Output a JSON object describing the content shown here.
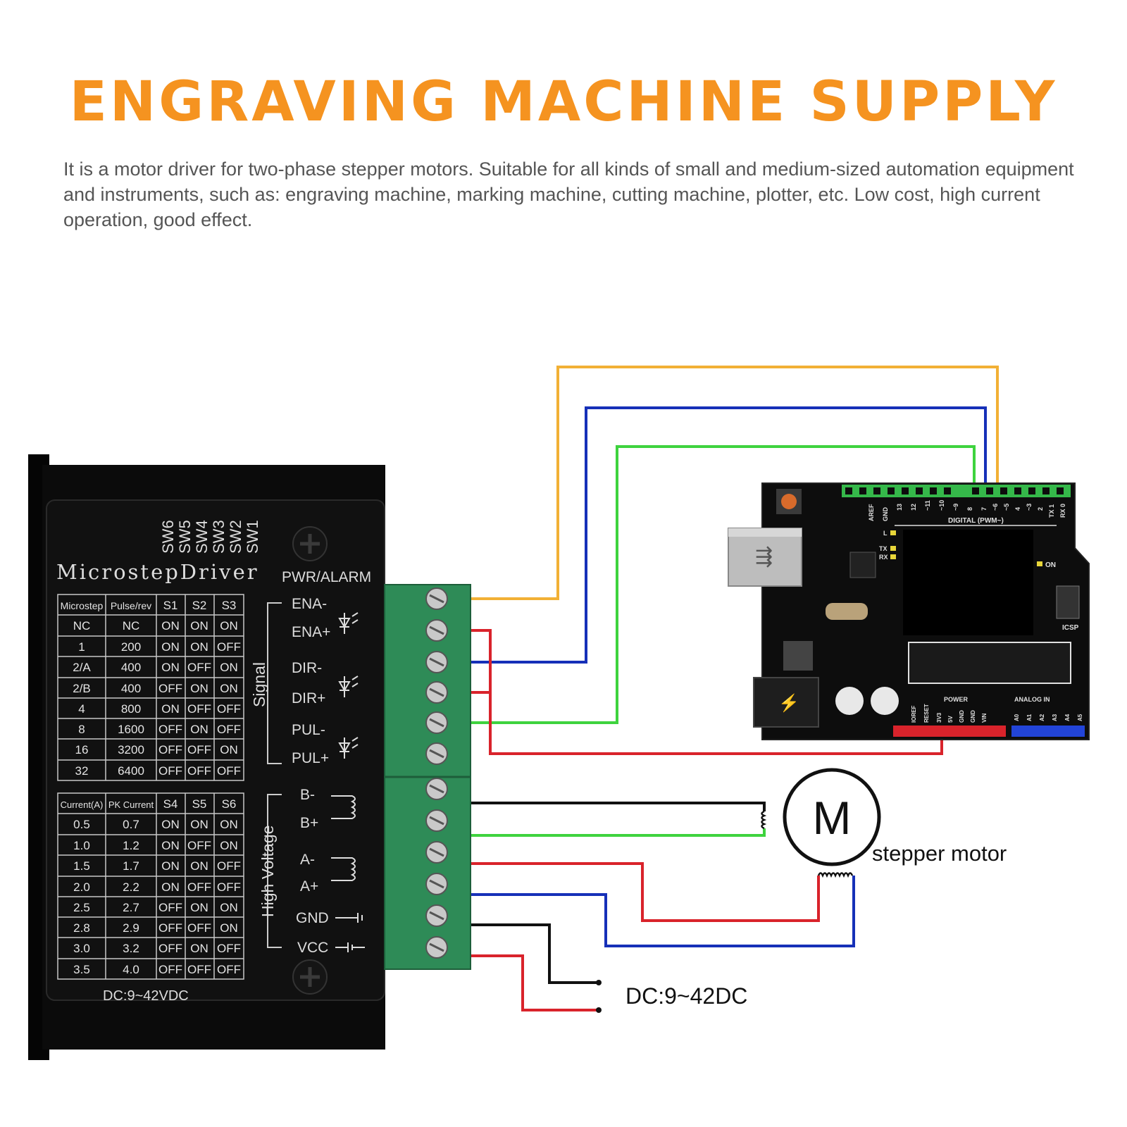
{
  "header": {
    "title": "ENGRAVING MACHINE SUPPLY",
    "description": "It is a motor driver for two-phase stepper motors. Suitable for all kinds of small and medium-sized automation equipment and instruments, such as: engraving machine, marking machine, cutting machine, plotter, etc. Low cost, high current operation, good effect."
  },
  "driver": {
    "name": "MicrostepDriver",
    "switch_labels": [
      "SW6",
      "SW5",
      "SW4",
      "SW3",
      "SW2",
      "SW1"
    ],
    "pwr_alarm": "PWR/ALARM",
    "signal_label": "Signal",
    "high_voltage_label": "High Voltage",
    "dc_label": "DC:9~42VDC",
    "signal_terminals": [
      "ENA-",
      "ENA+",
      "DIR-",
      "DIR+",
      "PUL-",
      "PUL+"
    ],
    "power_terminals": [
      "B-",
      "B+",
      "A-",
      "A+",
      "GND",
      "VCC"
    ],
    "microstep_table": {
      "headers": [
        "Microstep",
        "Pulse/rev",
        "S1",
        "S2",
        "S3"
      ],
      "rows": [
        [
          "NC",
          "NC",
          "ON",
          "ON",
          "ON"
        ],
        [
          "1",
          "200",
          "ON",
          "ON",
          "OFF"
        ],
        [
          "2/A",
          "400",
          "ON",
          "OFF",
          "ON"
        ],
        [
          "2/B",
          "400",
          "OFF",
          "ON",
          "ON"
        ],
        [
          "4",
          "800",
          "ON",
          "OFF",
          "OFF"
        ],
        [
          "8",
          "1600",
          "OFF",
          "ON",
          "OFF"
        ],
        [
          "16",
          "3200",
          "OFF",
          "OFF",
          "ON"
        ],
        [
          "32",
          "6400",
          "OFF",
          "OFF",
          "OFF"
        ]
      ]
    },
    "current_table": {
      "headers": [
        "Current(A)",
        "PK Current",
        "S4",
        "S5",
        "S6"
      ],
      "rows": [
        [
          "0.5",
          "0.7",
          "ON",
          "ON",
          "ON"
        ],
        [
          "1.0",
          "1.2",
          "ON",
          "OFF",
          "ON"
        ],
        [
          "1.5",
          "1.7",
          "ON",
          "ON",
          "OFF"
        ],
        [
          "2.0",
          "2.2",
          "ON",
          "OFF",
          "OFF"
        ],
        [
          "2.5",
          "2.7",
          "OFF",
          "ON",
          "ON"
        ],
        [
          "2.8",
          "2.9",
          "OFF",
          "OFF",
          "ON"
        ],
        [
          "3.0",
          "3.2",
          "OFF",
          "ON",
          "OFF"
        ],
        [
          "3.5",
          "4.0",
          "OFF",
          "OFF",
          "OFF"
        ]
      ]
    }
  },
  "board": {
    "digital_label": "DIGITAL (PWM~)",
    "digital_pins": [
      "AREF",
      "GND",
      "13",
      "12",
      "~11",
      "~10",
      "~9",
      "8",
      "7",
      "~6",
      "~5",
      "4",
      "~3",
      "2",
      "TX 1",
      "RX 0"
    ],
    "led_labels": [
      "L",
      "TX",
      "RX"
    ],
    "on_label": "ON",
    "icsp_label": "ICSP",
    "power_label": "POWER",
    "power_pins": [
      "IOREF",
      "RESET",
      "3V3",
      "5V",
      "GND",
      "GND",
      "VIN"
    ],
    "analog_label": "ANALOG IN",
    "analog_pins": [
      "A0",
      "A1",
      "A2",
      "A3",
      "A4",
      "A5"
    ]
  },
  "motor": {
    "symbol": "M",
    "label": "stepper motor"
  },
  "power_supply_label": "DC:9~42DC",
  "colors": {
    "title": "#f59320",
    "wire_orange": "#f2b035",
    "wire_blue": "#1630b8",
    "wire_green": "#3ed33e",
    "wire_red": "#d9232b",
    "wire_black": "#111111",
    "terminal_green": "#2e8b57"
  }
}
